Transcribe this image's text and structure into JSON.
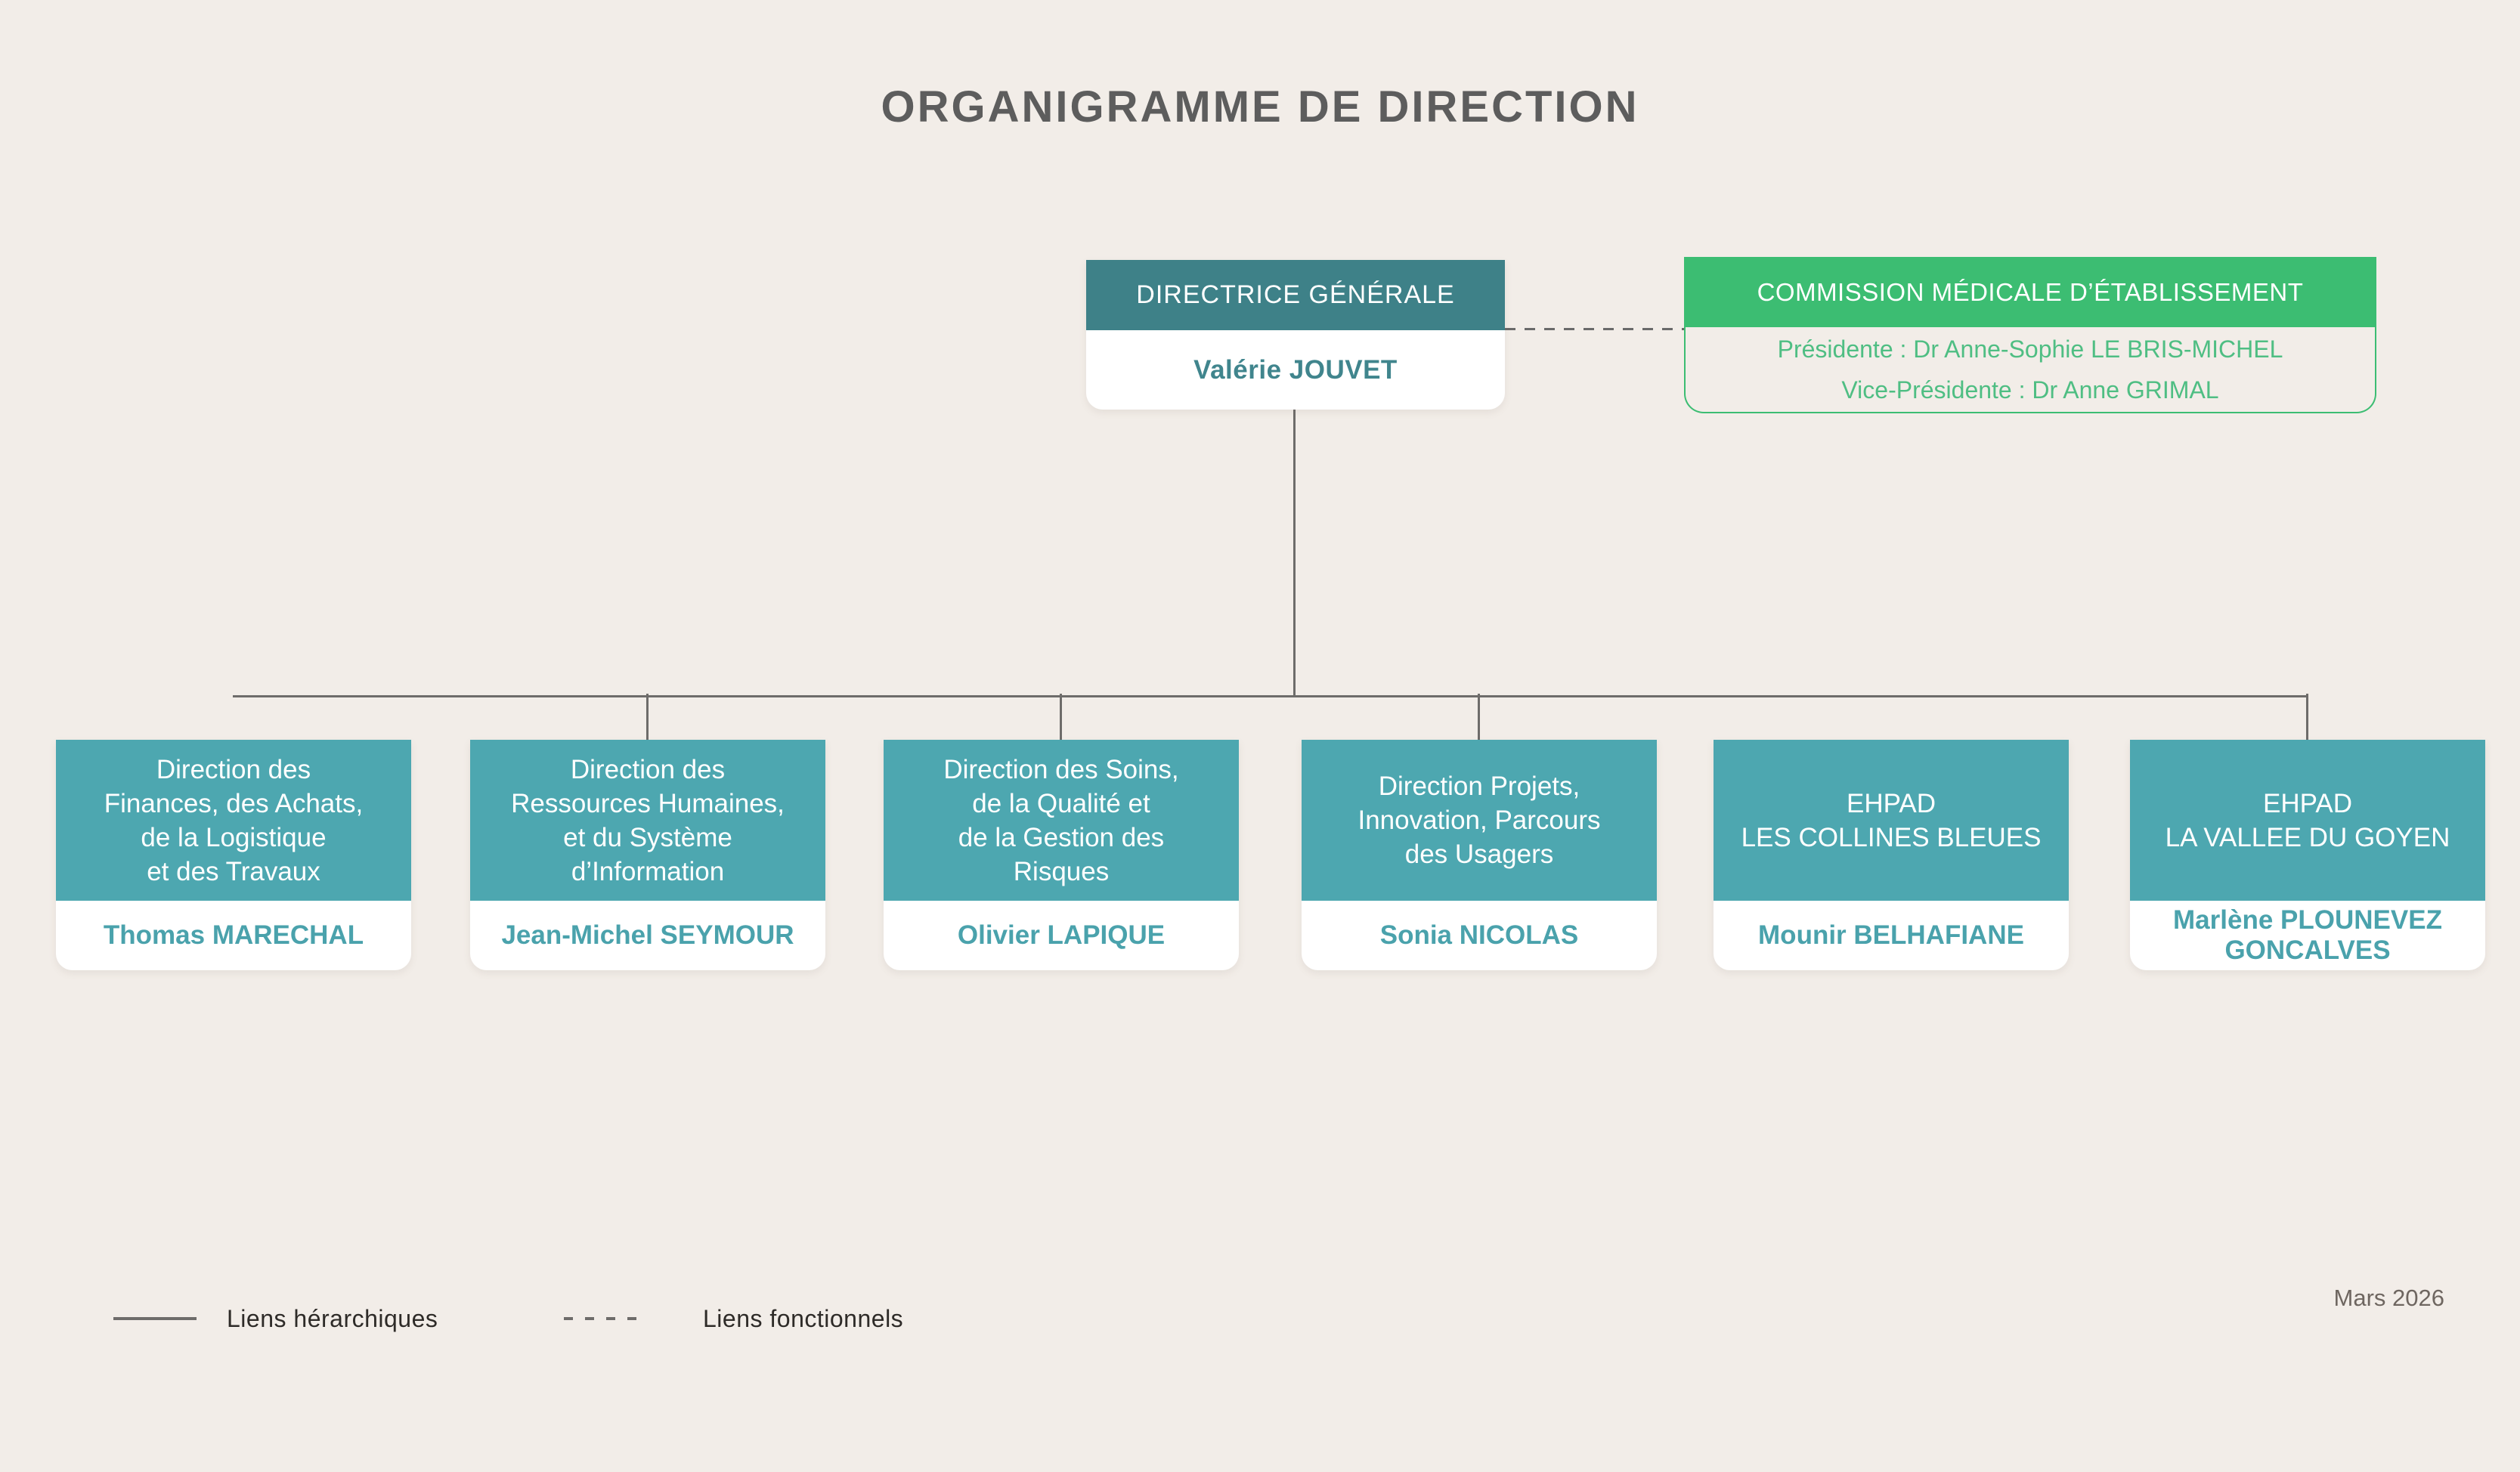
{
  "title": "ORGANIGRAMME DE DIRECTION",
  "direction_generale": {
    "role": "DIRECTRICE GÉNÉRALE",
    "name": "Valérie JOUVET"
  },
  "commission": {
    "title": "COMMISSION MÉDICALE D’ÉTABLISSEMENT",
    "presidente": "Présidente : Dr Anne-Sophie LE BRIS-MICHEL",
    "vice_presidente": "Vice-Présidente : Dr Anne GRIMAL"
  },
  "departments": [
    {
      "title": [
        "Direction des",
        "Finances, des Achats,",
        "de la Logistique",
        "et des Travaux"
      ],
      "name": "Thomas MARECHAL"
    },
    {
      "title": [
        "Direction des",
        "Ressources Humaines,",
        "et du Système",
        "d’Information"
      ],
      "name": "Jean-Michel SEYMOUR"
    },
    {
      "title": [
        "Direction des Soins,",
        "de la Qualité et",
        "de la Gestion des",
        "Risques"
      ],
      "name": "Olivier LAPIQUE"
    },
    {
      "title": [
        "Direction Projets,",
        "Innovation, Parcours",
        "des Usagers"
      ],
      "name": "Sonia NICOLAS"
    },
    {
      "title": [
        "EHPAD",
        "LES COLLINES BLEUES"
      ],
      "name": "Mounir BELHAFIANE"
    },
    {
      "title": [
        "EHPAD",
        "LA VALLEE DU GOYEN"
      ],
      "name": "Marlène PLOUNEVEZ GONCALVES"
    }
  ],
  "legend": {
    "hierarchical_label": "Liens hérarchiques",
    "functional_label": "Liens fonctionnels"
  },
  "date": "Mars 2026",
  "colors": {
    "background": "#f2ede8",
    "teal_dark_header": "#3e8188",
    "teal_department_header": "#4da7b0",
    "teal_name_text": "#4aa2ac",
    "green_commission": "#3cbd72",
    "green_commission_text": "#4fbe83",
    "connector_gray": "#6e6c6a",
    "title_gray": "#5d5d5d",
    "legend_text": "#2e2b28",
    "date_gray": "#6e6660"
  }
}
